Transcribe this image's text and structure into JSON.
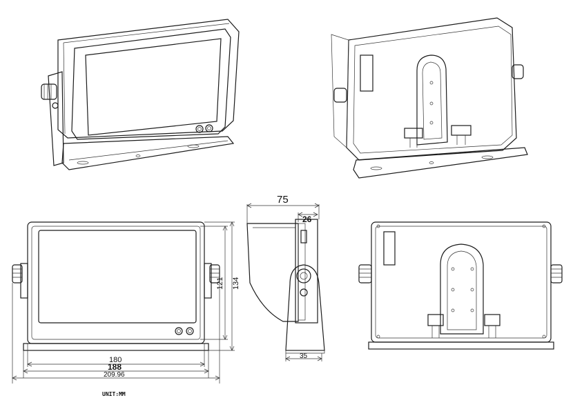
{
  "dimensions": {
    "depth": "75",
    "bracket_offset": "26",
    "height_outer": "134",
    "height_inner": "121",
    "width_screen": "180",
    "width_body": "188",
    "width_total": "209.96",
    "base_depth": "35"
  },
  "unit_label": "UNIT:MM"
}
